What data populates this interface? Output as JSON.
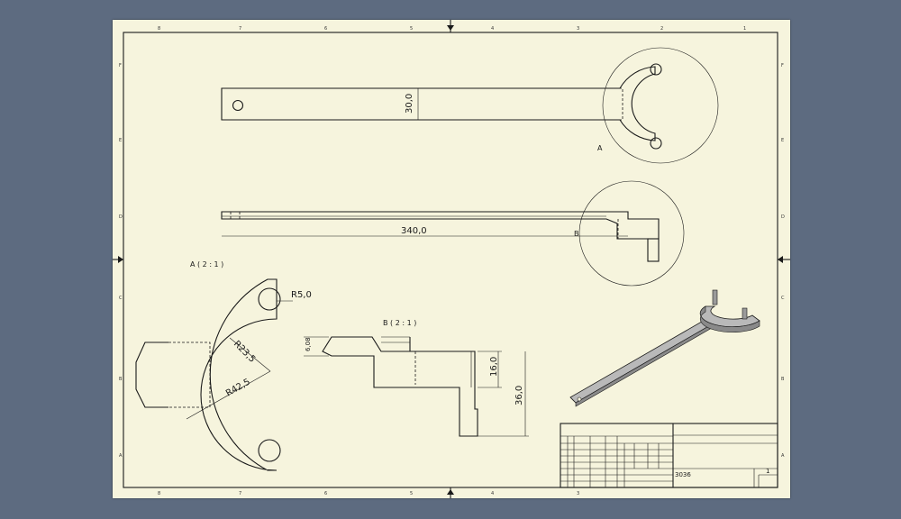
{
  "drawing": {
    "dimensions": {
      "width_30": "30,0",
      "length_340": "340,0",
      "radius_5": "R5,0",
      "radius_23": "R23,5",
      "radius_42": "R42,5",
      "step_16": "16,0",
      "height_36": "36,0",
      "small_608": "6,08"
    },
    "detail_labels": {
      "detail_a_marker": "A",
      "detail_b_marker": "B",
      "detail_a_title": "A ( 2 : 1 )",
      "detail_b_title": "B ( 2 : 1 )"
    },
    "zone_columns": [
      "8",
      "7",
      "6",
      "5",
      "4",
      "3",
      "2",
      "1"
    ],
    "zone_rows": [
      "F",
      "E",
      "D",
      "C",
      "B",
      "A"
    ],
    "title_block": {
      "drawing_number": "3036",
      "sheet_number": "1"
    }
  },
  "colors": {
    "background": "#5d6b80",
    "sheet": "#f6f4dd",
    "ink": "#1a1a1a",
    "iso_face": "#b9b9b9",
    "iso_side": "#8a8a8a"
  }
}
